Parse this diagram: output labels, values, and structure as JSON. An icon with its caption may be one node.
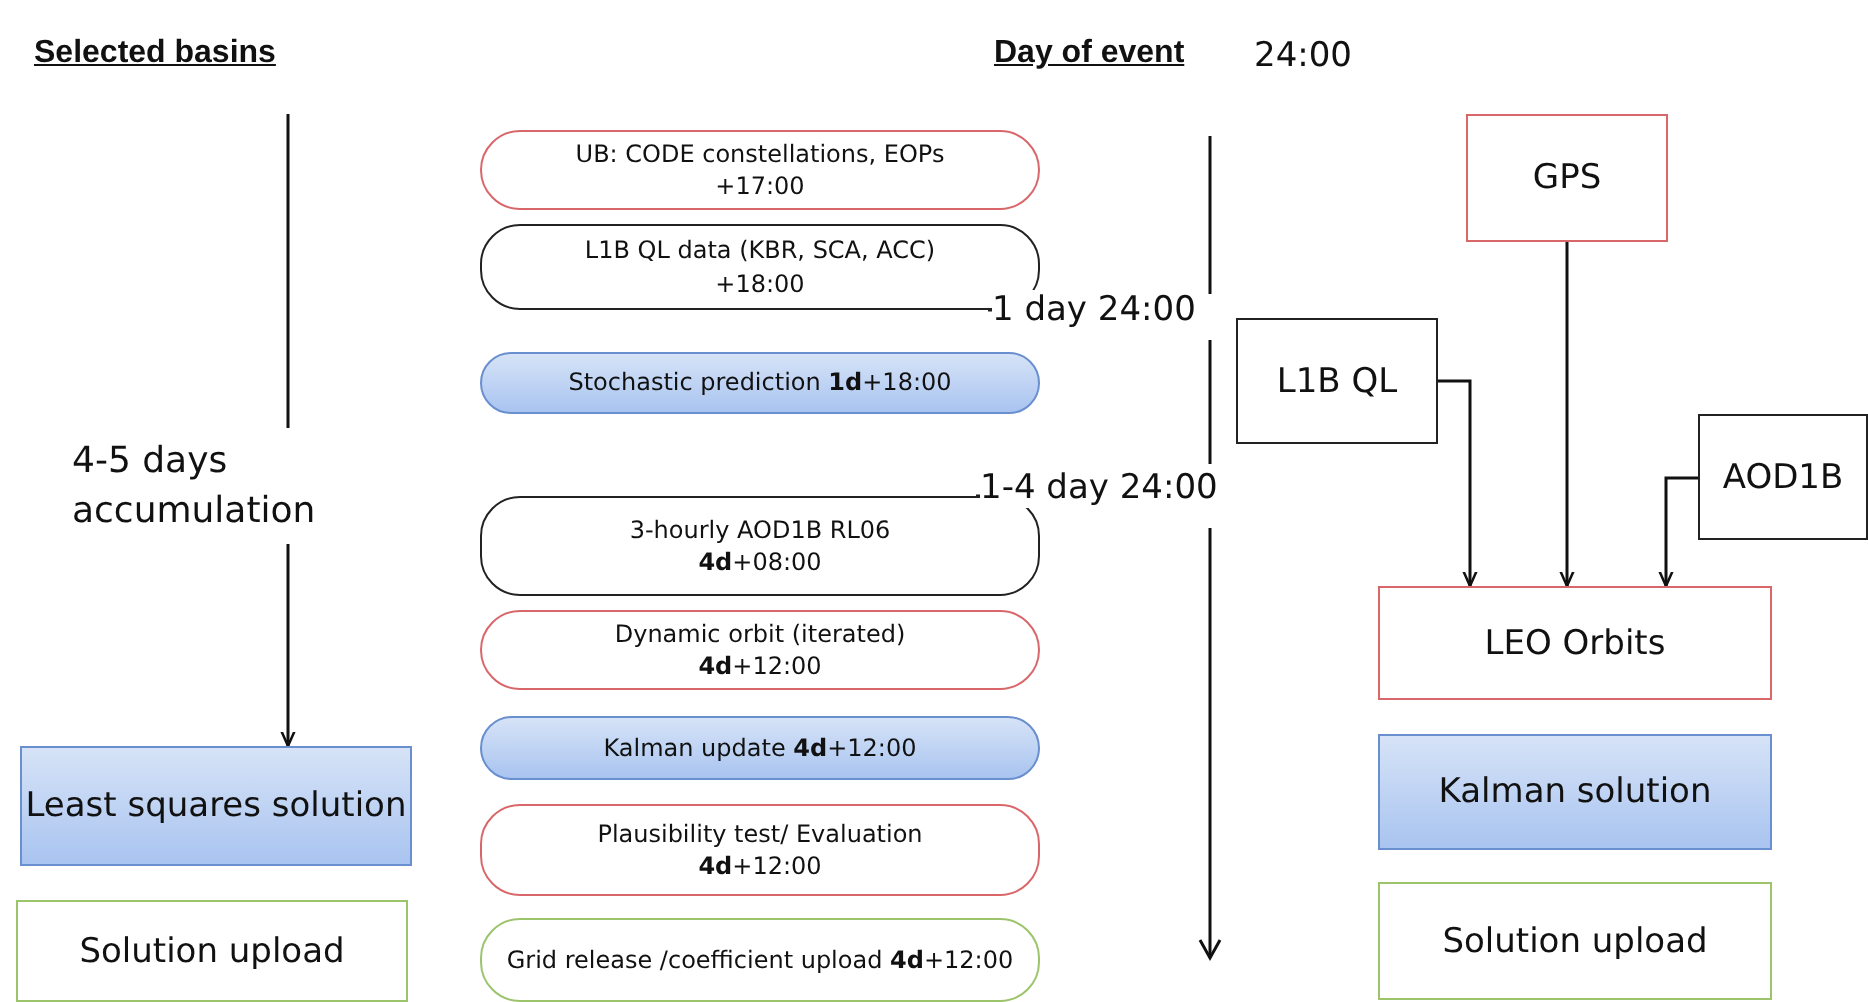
{
  "diagram": {
    "nodes": [
      {
        "text": [
          "4-5 days accumulation"
        ]
      },
      {
        "text": [
          "Least squares solution"
        ]
      },
      {
        "text": [
          "Solution upload"
        ]
      },
      {
        "text": [
          "UB: CODE constellations, EOPs",
          "+17:00"
        ]
      },
      {
        "text": [
          "L1B QL data (KBR, SCA, ACC)",
          "+18:00"
        ]
      },
      {
        "text": [
          "Stochastic prediction **1d**+18:00"
        ]
      },
      {
        "text": [
          "3-hourly AOD1B RL06",
          "**4d**+08:00"
        ]
      },
      {
        "text": [
          "Dynamic orbit (iterated)",
          "**4d**+12:00"
        ]
      },
      {
        "text": [
          "Kalman update **4d**+12:00"
        ]
      },
      {
        "text": [
          "Plausibility test/ Evaluation",
          "**4d**+12:00"
        ]
      },
      {
        "text": [
          "Grid release /coefficient upload **4d**+12:00"
        ]
      },
      {
        "text": [
          "GPS"
        ]
      },
      {
        "text": [
          "L1B QL"
        ]
      },
      {
        "text": [
          "AOD1B"
        ]
      },
      {
        "text": [
          "LEO Orbits"
        ]
      },
      {
        "text": [
          "Kalman solution"
        ]
      },
      {
        "text": [
          "Solution upload"
        ]
      }
    ],
    "edges": [
      {
        "from": null,
        "to": 0,
        "arrow": "none"
      },
      {
        "from": 0,
        "to": 1,
        "arrow": "to"
      },
      {
        "from": 12,
        "to": 14,
        "arrow": "to"
      },
      {
        "from": 11,
        "to": 14,
        "arrow": "to"
      },
      {
        "from": 13,
        "to": 14,
        "arrow": "to"
      }
    ],
    "labels": [
      "Selected basins",
      "Day of event",
      "24:00",
      "1 day 24:00",
      "1-4 day 24:00"
    ]
  }
}
